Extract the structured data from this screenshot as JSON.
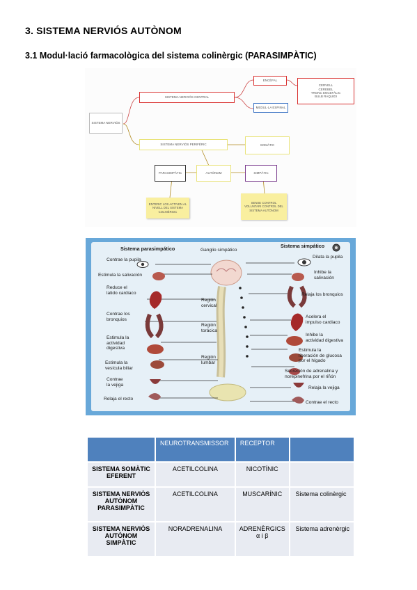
{
  "heading": "3. SISTEMA NERVIÓS AUTÒNOM",
  "subheading": "3.1 Modul·lació farmacològica del sistema colinèrgic (PARASIMPÀTIC)",
  "concept_map": {
    "root": "SISTEMA NERVIÓS",
    "central": "SISTEMA NERVIÓS CENTRAL",
    "encefal": "ENCÈFAL",
    "encefal_parts": "CERVELL\nCEREBEL\nTRONC ENCEFÀLIC\nBULB RAQUIDI",
    "medulla": "MEDUL·LA ESPINAL",
    "peripheral": "SISTEMA NERVIÓS PERIFÈRIC",
    "somatic": "SOMÀTIC",
    "parasym": "PARASIMPÀTIC",
    "autonom": "AUTÒNOM",
    "sympathetic": "SIMPÀTIC",
    "note_left": "ENTERIC LOS ACTIVEN AL NIVELL DEL SISTEMA COLINÈRGIC",
    "note_right": "SENSE CONTROL VOLUNTARI CONTROL DEL SISTEMA AUTÒNOM"
  },
  "anatomy": {
    "title_left": "Sistema parasimpático",
    "title_right": "Sistema simpático",
    "ganglion": "Ganglio simpático",
    "left_labels": [
      "Contrae la pupila",
      "Estimula la salivación",
      "Reduce el\nlatido cardiaco",
      "Contrae los\nbronquios",
      "Estimula la\nactividad\ndigestiva",
      "Estimula la\nvesícula biliar",
      "Contrae\nla vejiga",
      "Relaja el recto"
    ],
    "center_labels": [
      "Región\ncervical",
      "Región\ntorácica",
      "Región\nlumbar"
    ],
    "right_labels": [
      "Dilata la pupila",
      "Inhibe la\nsalivación",
      "Relaja los bronquios",
      "Acelera el\nimpulso cardiaco",
      "Inhibe la\nactividad digestiva",
      "Estimula la\nliberación de glucosa\npor el hígado",
      "Secreción de adrenalina y\nnorepinefrina por el riñón",
      "Relaja la vejiga",
      "Contrae el recto"
    ]
  },
  "table": {
    "headers": [
      "",
      "NEUROTRANSMISSOR",
      "RECEPTOR",
      ""
    ],
    "rows": [
      {
        "label": "SISTEMA SOMÀTIC EFERENT",
        "nt": "ACETILCOLINA",
        "rec": "NICOTÍNIC",
        "sys": ""
      },
      {
        "label": "SISTEMA NERVIÒS AUTÒNOM PARASIMPÀTIC",
        "nt": "ACETILCOLINA",
        "rec": "MUSCARÍNIC",
        "sys": "Sistema colinèrgic"
      },
      {
        "label": "SISTEMA NERVIÒS AUTÒNOM SIMPÀTIC",
        "nt": "NORADRENALINA",
        "rec": "ADRENÈRGICS\nα i β",
        "sys": "Sistema adrenèrgic"
      }
    ]
  },
  "colors": {
    "table_header": "#4f81bd",
    "table_cell": "#e8ebf2",
    "sticky": "#f9ef9f",
    "red_node": "#d9302f",
    "blue_node": "#3b73c4",
    "yellow_node": "#e9e37a",
    "purple_node": "#7b3c8e"
  }
}
